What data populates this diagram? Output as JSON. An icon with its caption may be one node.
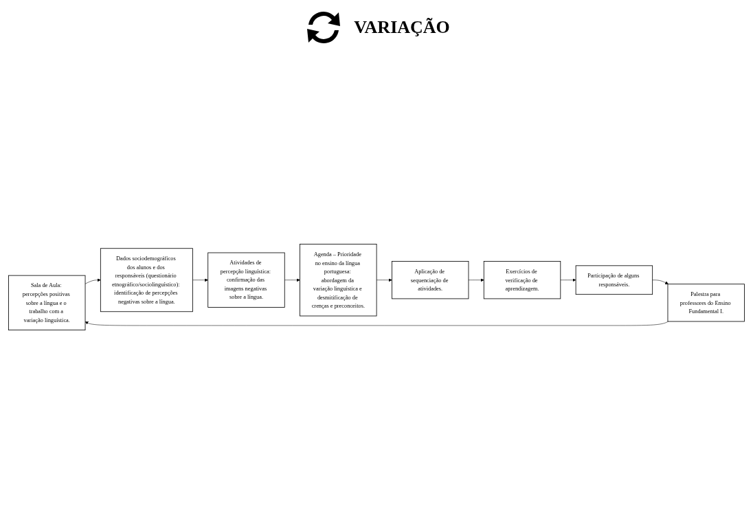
{
  "diagram": {
    "nodes": [
      {
        "text": [
          "Sala de Aula: percepções positivas sobre a língua e o trabalho com a variação linguística."
        ]
      },
      {
        "text": [
          "Dados sociodemográficos dos alunos e dos responsáveis (questionário etnográfico/sociolinguístico): identificação de percepções negativas sobre a língua."
        ]
      },
      {
        "text": [
          "Atividades de percepção linguística: confirmação das imagens negativas sobre a língua."
        ]
      },
      {
        "text": [
          "Agenda – Prioridade no ensino da língua portuguesa: abordagem da variação linguística e desmitificação de crenças e preconceitos."
        ]
      },
      {
        "text": [
          "Aplicação de sequenciação de atividades."
        ]
      },
      {
        "text": [
          "Exercícios de verificação de aprendizagem."
        ]
      },
      {
        "text": [
          "Participação de alguns responsáveis."
        ]
      },
      {
        "text": [
          "Palestra para professores do Ensino Fundamental I."
        ]
      }
    ],
    "edges": [
      {
        "from": 0,
        "to": 1,
        "arrow": "to"
      },
      {
        "from": 1,
        "to": 2,
        "arrow": "to"
      },
      {
        "from": 2,
        "to": 3,
        "arrow": "to"
      },
      {
        "from": 3,
        "to": 4,
        "arrow": "to"
      },
      {
        "from": 4,
        "to": 5,
        "arrow": "to"
      },
      {
        "from": 5,
        "to": 6,
        "arrow": "to"
      },
      {
        "from": 6,
        "to": 7,
        "arrow": "to"
      },
      {
        "from": 7,
        "to": 0,
        "arrow": "to"
      }
    ],
    "labels": [
      "VARIAÇÃO"
    ]
  }
}
